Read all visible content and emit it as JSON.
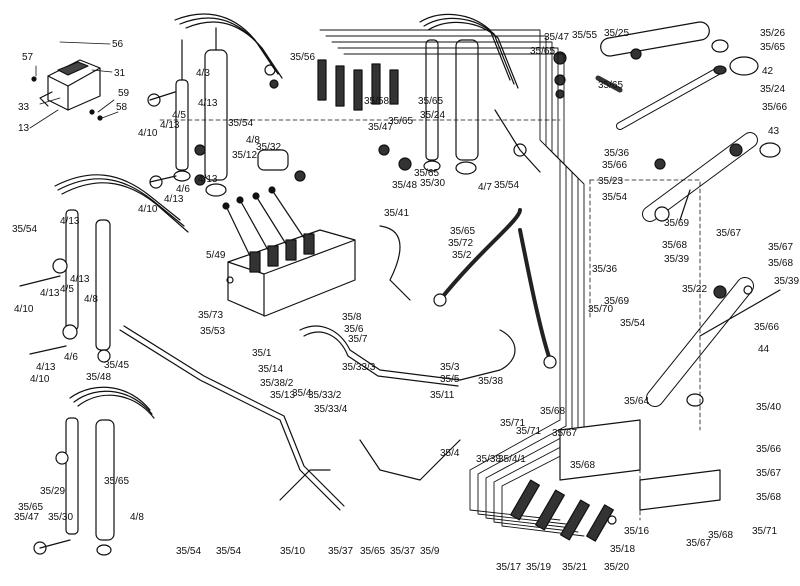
{
  "diagram": {
    "colors": {
      "ink": "#111111",
      "paper": "#ffffff",
      "hose": "#2a2a2a"
    },
    "part_labels": [
      "56",
      "57",
      "31",
      "33",
      "13",
      "59",
      "58",
      "4/10",
      "4/13",
      "4/5",
      "4/13",
      "4/3",
      "35/54",
      "4/8",
      "35/12",
      "35/32",
      "4/10",
      "4/13",
      "4/6",
      "4/13",
      "35/56",
      "35/58",
      "35/47",
      "35/65",
      "35/24",
      "35/65",
      "35/65",
      "35/30",
      "35/48",
      "35/41",
      "4/7",
      "35/54",
      "35/47",
      "35/65",
      "35/55",
      "35/25",
      "35/26",
      "35/65",
      "35/24",
      "35/65",
      "42",
      "35/36",
      "35/66",
      "43",
      "35/66",
      "35/23",
      "35/54",
      "35/69",
      "35/68",
      "35/67",
      "35/67",
      "35/39",
      "35/68",
      "35/39",
      "35/54",
      "4/13",
      "4/5",
      "4/13",
      "4/8",
      "4/10",
      "4/13",
      "4/6",
      "4/13",
      "4/10",
      "5/49",
      "35/73",
      "35/53",
      "35/65",
      "35/72",
      "35/2",
      "35/8",
      "35/6",
      "35/7",
      "35/1",
      "35/14",
      "35/38/2",
      "35/13",
      "35/4",
      "35/33/2",
      "35/33/4",
      "35/45",
      "35/48",
      "35/3",
      "35/5",
      "35/38",
      "35/33/3",
      "35/11",
      "35/70",
      "35/54",
      "35/36",
      "35/22",
      "35/69",
      "35/66",
      "44",
      "35/64",
      "35/40",
      "35/66",
      "35/67",
      "35/68",
      "35/68",
      "35/71",
      "35/4",
      "35/38",
      "35/4/1",
      "35/71",
      "35/67",
      "35/68",
      "35/29",
      "35/65",
      "35/65",
      "35/30",
      "35/47",
      "4/8",
      "35/54",
      "35/54",
      "35/10",
      "35/37",
      "35/65",
      "35/37",
      "35/9",
      "35/17",
      "35/19",
      "35/21",
      "35/20",
      "35/18",
      "35/16",
      "35/68",
      "35/71",
      "35/67"
    ]
  }
}
